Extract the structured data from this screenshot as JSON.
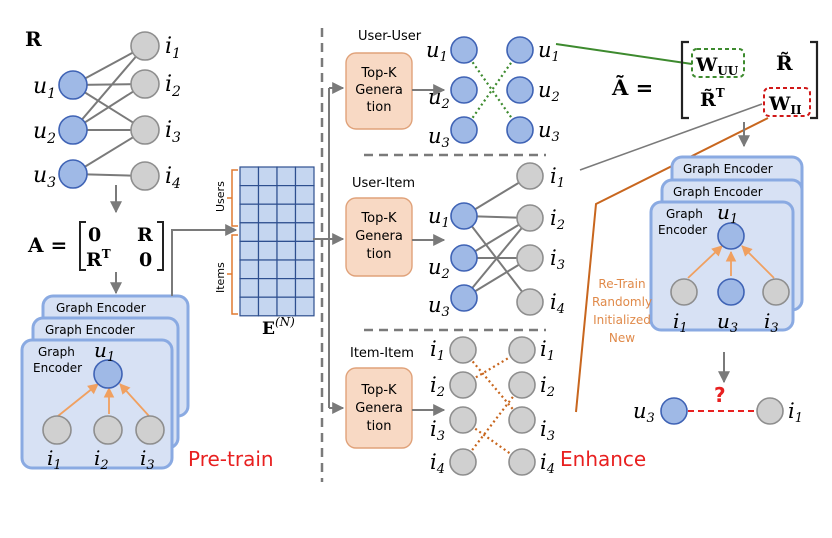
{
  "pretrain": {
    "r_label": "R",
    "users": [
      "u",
      "u",
      "u"
    ],
    "user_subs": [
      "1",
      "2",
      "3"
    ],
    "items": [
      "i",
      "i",
      "i",
      "i"
    ],
    "item_subs": [
      "1",
      "2",
      "3",
      "4"
    ],
    "a_label": "A =",
    "matrix": [
      "0",
      "R",
      "R",
      "0"
    ],
    "matrix_sup": "T",
    "encoder_back": "Graph Encoder",
    "encoder_mid": "Graph Encoder",
    "encoder_front_1": "Graph",
    "encoder_front_2": "Encoder",
    "enc_user": "u",
    "enc_user_sub": "1",
    "enc_items": [
      "i",
      "i",
      "i"
    ],
    "enc_item_subs": [
      "1",
      "2",
      "3"
    ],
    "stage_label": "Pre-train"
  },
  "embedding": {
    "users_label": "Users",
    "items_label": "Items",
    "label_base": "E",
    "label_sup": "(N)"
  },
  "enhance": {
    "uu_title": "User-User",
    "ui_title": "User-Item",
    "ii_title": "Item-Item",
    "topk_1": "Top-K",
    "topk_2": "Genera",
    "topk_3": "tion",
    "stage_label": "Enhance"
  },
  "adjacency": {
    "a_tilde": "Ã =",
    "w_uu": "W",
    "w_uu_sub": "UU",
    "r_tilde": "R̃",
    "r_tilde_t": "R̃",
    "t_sup": "T",
    "w_ii": "W",
    "w_ii_sub": "II"
  },
  "retrain": {
    "line1": "Re-Train",
    "line2": "Randomly",
    "line3": "Initialized",
    "line4": "New",
    "encoder_back": "Graph Encoder",
    "encoder_mid": "Graph Encoder",
    "encoder_front_1": "Graph",
    "encoder_front_2": "Encoder",
    "enc_user": "u",
    "enc_user_sub": "1",
    "enc_nodes": [
      "i",
      "u",
      "i"
    ],
    "enc_node_subs": [
      "1",
      "3",
      "3"
    ],
    "pred_user": "u",
    "pred_user_sub": "3",
    "pred_q": "?",
    "pred_item": "i",
    "pred_item_sub": "1"
  },
  "colors": {
    "user_fill": "#9fb9e6",
    "item_fill": "#d0d0d0",
    "encoder_fill": "#d7e1f4",
    "topk_fill": "#f8d9c4",
    "orange": "#d4651f",
    "green": "#3d8a2e",
    "red": "#e82020"
  }
}
